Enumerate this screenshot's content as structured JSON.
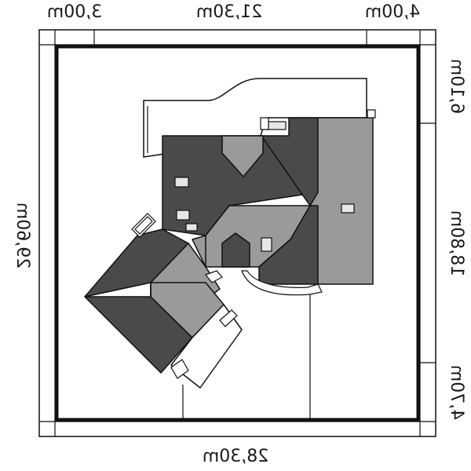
{
  "dimensions": {
    "top_left": "3,00m",
    "top_middle": "21,30m",
    "top_right": "4,00m",
    "bottom": "28,30m",
    "left": "29,60m",
    "right_top": "6,10m",
    "right_middle": "18,80m",
    "right_bottom": "4,70m"
  },
  "colors": {
    "roof_dark": "#4a4a4a",
    "roof_light": "#9a9a9a",
    "outline": "#111111",
    "background": "#ffffff"
  }
}
